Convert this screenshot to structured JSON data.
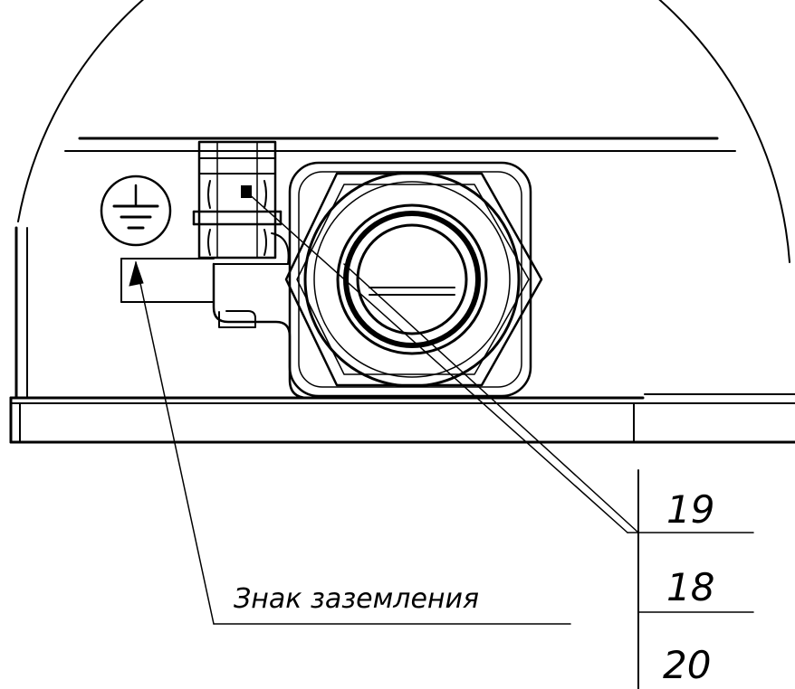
{
  "drawing": {
    "ink_color": "#000000",
    "background": "#ffffff",
    "ground_label": "Знак заземления",
    "callouts": [
      {
        "number": "19"
      },
      {
        "number": "18"
      },
      {
        "number": "20"
      }
    ],
    "ground_symbol_icon": "earth-ground-icon"
  }
}
